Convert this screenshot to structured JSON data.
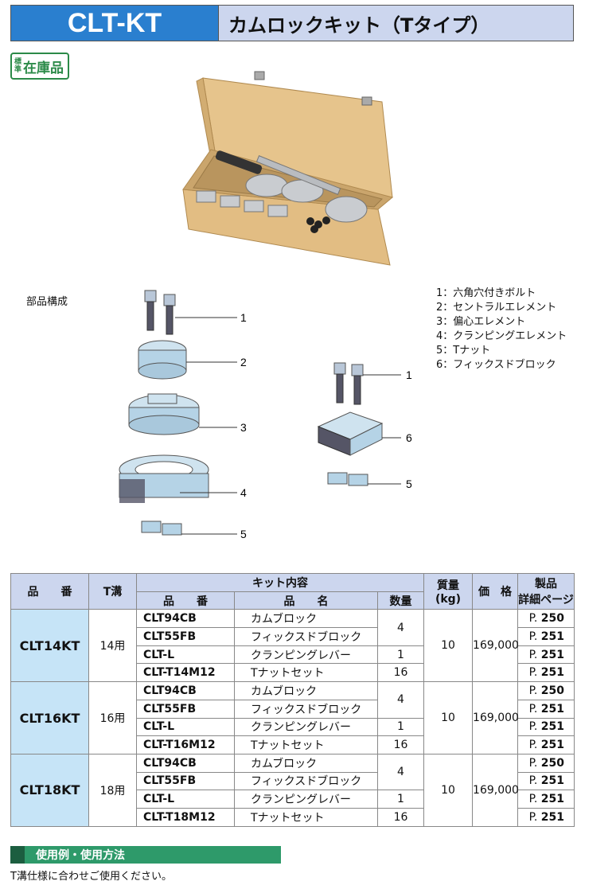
{
  "header": {
    "code": "CLT-KT",
    "title": "カムロックキット（Tタイプ）"
  },
  "badge": {
    "small_top": "標",
    "small_bottom": "準",
    "main": "在庫品"
  },
  "figure": {
    "parts_label": "部品構成",
    "callouts_left": [
      "1",
      "2",
      "3",
      "4",
      "5"
    ],
    "callouts_right": [
      "1",
      "6",
      "5"
    ],
    "legend": [
      "1：六角穴付きボルト",
      "2：セントラルエレメント",
      "3：偏心エレメント",
      "4：クランピングエレメント",
      "5：Tナット",
      "6：フィックスドブロック"
    ]
  },
  "table": {
    "headers": {
      "model": "品　　番",
      "tslot": "T溝",
      "kit": "キット内容",
      "part_no": "品　　番",
      "part_name": "品　　名",
      "qty": "数量",
      "weight": "質量",
      "weight_unit": "(kg)",
      "price": "価　格",
      "page_top": "製品",
      "page_bottom": "詳細ページ"
    },
    "kits": [
      {
        "model": "CLT14KT",
        "tslot": "14用",
        "weight": "10",
        "price": "169,000",
        "items": [
          {
            "part_no": "CLT94CB",
            "name": "カムブロック",
            "page_p": "P.",
            "page_n": "250"
          },
          {
            "part_no": "CLT55FB",
            "name": "フィックスドブロック",
            "page_p": "P.",
            "page_n": "251"
          },
          {
            "part_no": "CLT-L",
            "name": "クランピングレバー",
            "page_p": "P.",
            "page_n": "251"
          },
          {
            "part_no": "CLT-T14M12",
            "name": "Tナットセット",
            "page_p": "P.",
            "page_n": "251"
          }
        ],
        "qty_pair": "4",
        "qty_lever": "1",
        "qty_tnut": "16"
      },
      {
        "model": "CLT16KT",
        "tslot": "16用",
        "weight": "10",
        "price": "169,000",
        "items": [
          {
            "part_no": "CLT94CB",
            "name": "カムブロック",
            "page_p": "P.",
            "page_n": "250"
          },
          {
            "part_no": "CLT55FB",
            "name": "フィックスドブロック",
            "page_p": "P.",
            "page_n": "251"
          },
          {
            "part_no": "CLT-L",
            "name": "クランピングレバー",
            "page_p": "P.",
            "page_n": "251"
          },
          {
            "part_no": "CLT-T16M12",
            "name": "Tナットセット",
            "page_p": "P.",
            "page_n": "251"
          }
        ],
        "qty_pair": "4",
        "qty_lever": "1",
        "qty_tnut": "16"
      },
      {
        "model": "CLT18KT",
        "tslot": "18用",
        "weight": "10",
        "price": "169,000",
        "items": [
          {
            "part_no": "CLT94CB",
            "name": "カムブロック",
            "page_p": "P.",
            "page_n": "250"
          },
          {
            "part_no": "CLT55FB",
            "name": "フィックスドブロック",
            "page_p": "P.",
            "page_n": "251"
          },
          {
            "part_no": "CLT-L",
            "name": "クランピングレバー",
            "page_p": "P.",
            "page_n": "251"
          },
          {
            "part_no": "CLT-T18M12",
            "name": "Tナットセット",
            "page_p": "P.",
            "page_n": "251"
          }
        ],
        "qty_pair": "4",
        "qty_lever": "1",
        "qty_tnut": "16"
      }
    ]
  },
  "usage": {
    "heading": "使用例・使用方法",
    "note": "T溝仕様に合わせご使用ください。"
  },
  "colors": {
    "header_blue": "#2a7fcf",
    "header_light": "#ccd6ee",
    "kit_cell": "#c6e4f7",
    "section_green": "#2e9a6a",
    "badge_green": "#2b8a48"
  }
}
